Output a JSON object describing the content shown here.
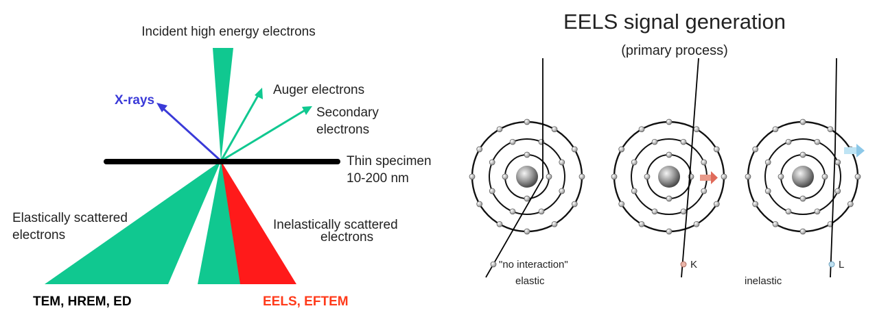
{
  "left_panel": {
    "incident": "Incident high energy electrons",
    "xrays": "X-rays",
    "auger": "Auger electrons",
    "secondary_line1": "Secondary",
    "secondary_line2": "electrons",
    "specimen_line1": "Thin specimen",
    "specimen_line2": "10-200 nm",
    "elastic_line1": "Elastically scattered",
    "elastic_line2": "electrons",
    "inelastic_line1": "Inelastically scattered",
    "inelastic_line2": "electrons",
    "tem": "TEM, HREM, ED",
    "eels": "EELS, EFTEM"
  },
  "right_panel": {
    "title": "EELS signal generation",
    "subtitle": "(primary process)",
    "atom1_label_line1": "\"no interaction\"",
    "atom1_label_line2": "elastic",
    "atom2_label": "K",
    "atom3_label_left": "inelastic",
    "atom3_label_right": "L"
  },
  "colors": {
    "green": "#10c890",
    "red": "#ff1a1a",
    "xray_blue": "#3a3ad8",
    "eels_red": "#ff3a1a",
    "black": "#000000"
  }
}
